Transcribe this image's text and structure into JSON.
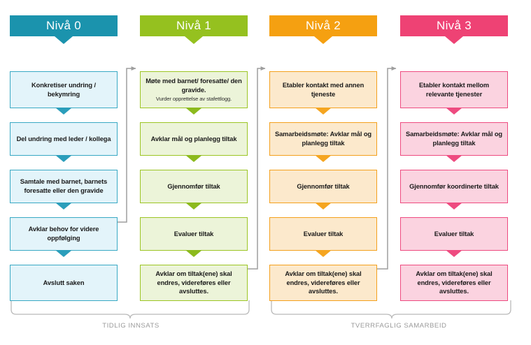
{
  "diagram": {
    "title": "Stafettloggen nivamodell",
    "background": "#ffffff",
    "columns": [
      {
        "id": "niva-0",
        "header": "Nivå 0",
        "color_header": "#1b93ad",
        "color_fill": "#e3f4fa",
        "color_border": "#39a9c4",
        "steps": [
          {
            "title": "Konkretiser undring / bekymring",
            "sub": ""
          },
          {
            "title": "Del undring med leder / kollega",
            "sub": ""
          },
          {
            "title": "Samtale med barnet, barnets foresatte eller den gravide",
            "sub": ""
          },
          {
            "title": "Avklar behov for videre oppfølging",
            "sub": ""
          },
          {
            "title": "Avslutt saken",
            "sub": ""
          }
        ]
      },
      {
        "id": "niva-1",
        "header": "Nivå 1",
        "color_header": "#95c11f",
        "color_fill": "#ecf4d9",
        "color_border": "#9cc524",
        "steps": [
          {
            "title": "Møte med barnet/ foresatte/ den gravide.",
            "sub": "Vurder opprettelse av stafettlogg."
          },
          {
            "title": "Avklar mål og planlegg tiltak",
            "sub": ""
          },
          {
            "title": "Gjennomfør tiltak",
            "sub": ""
          },
          {
            "title": "Evaluer tiltak",
            "sub": ""
          },
          {
            "title": "Avklar om tiltak(ene) skal endres, videreføres eller avsluttes.",
            "sub": ""
          }
        ]
      },
      {
        "id": "niva-2",
        "header": "Nivå 2",
        "color_header": "#f5a011",
        "color_fill": "#fce9cc",
        "color_border": "#f4a11d",
        "steps": [
          {
            "title": "Etabler kontakt med annen tjeneste",
            "sub": ""
          },
          {
            "title": "Samarbeidsmøte: Avklar mål og planlegg tiltak",
            "sub": ""
          },
          {
            "title": "Gjennomfør tiltak",
            "sub": ""
          },
          {
            "title": "Evaluer tiltak",
            "sub": ""
          },
          {
            "title": "Avklar om tiltak(ene) skal endres, videreføres eller avsluttes.",
            "sub": ""
          }
        ]
      },
      {
        "id": "niva-3",
        "header": "Nivå 3",
        "color_header": "#ee4274",
        "color_fill": "#fbd3e0",
        "color_border": "#ee4b80",
        "steps": [
          {
            "title": "Etabler kontakt mellom relevante tjenester",
            "sub": ""
          },
          {
            "title": "Samarbeidsmøte: Avklar mål og planlegg tiltak",
            "sub": ""
          },
          {
            "title": "Gjennomfør koordinerte tiltak",
            "sub": ""
          },
          {
            "title": "Evaluer tiltak",
            "sub": ""
          },
          {
            "title": "Avklar om tiltak(ene) skal endres, videreføres eller avsluttes.",
            "sub": ""
          }
        ]
      }
    ],
    "brackets": [
      {
        "id": "bracket-tidlig-innsats",
        "label": "TIDLIG INNSATS",
        "color": "#b4b4b4"
      },
      {
        "id": "bracket-tverrfaglig-samarbeid",
        "label": "TVERRFAGLIG SAMARBEID",
        "color": "#b4b4b4"
      }
    ],
    "connector_color": "#9e9e9e"
  }
}
